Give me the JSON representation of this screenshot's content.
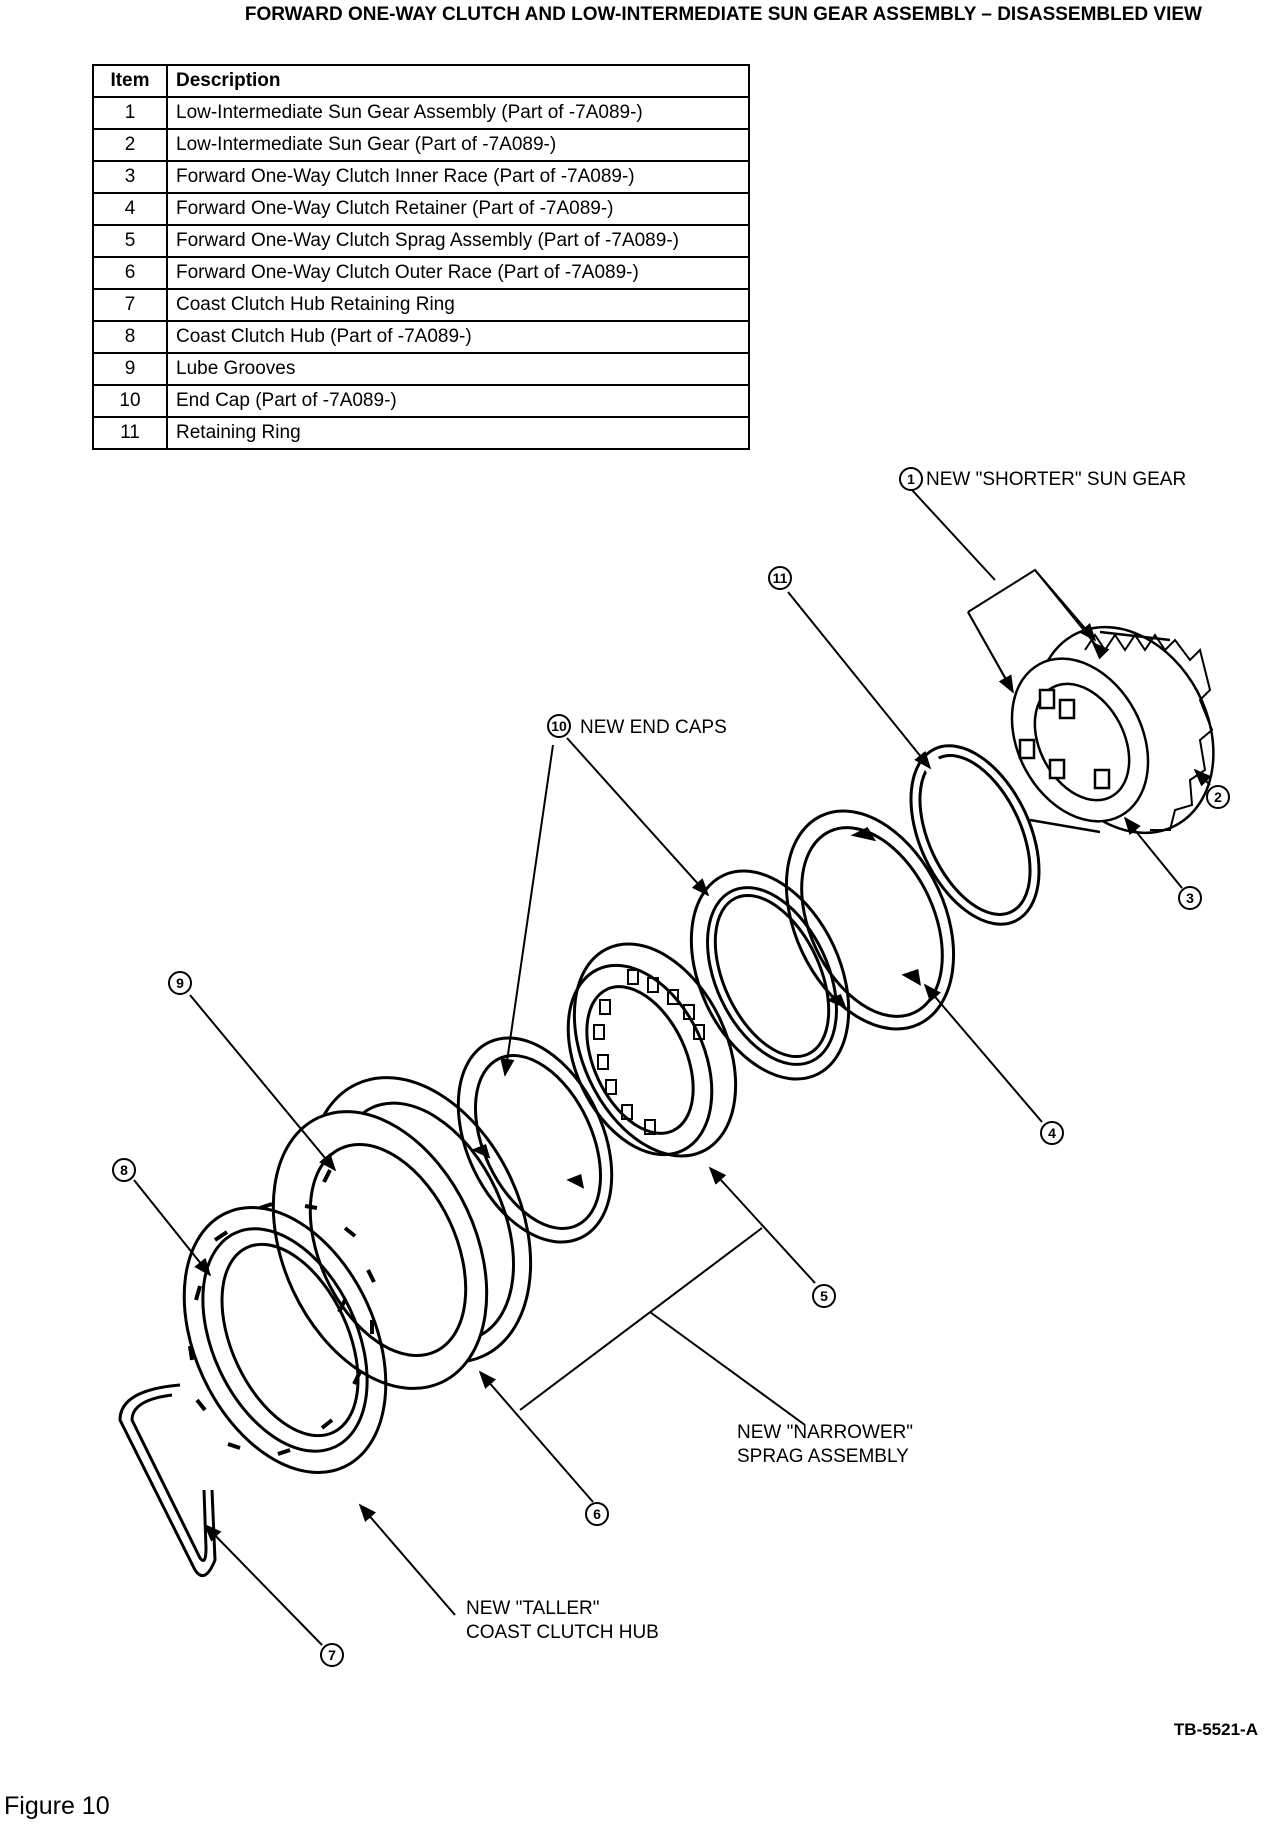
{
  "title": "FORWARD ONE-WAY CLUTCH AND LOW-INTERMEDIATE SUN GEAR ASSEMBLY – DISASSEMBLED VIEW",
  "table": {
    "headers": {
      "item": "Item",
      "description": "Description"
    },
    "rows": [
      {
        "item": "1",
        "description": "Low-Intermediate Sun Gear Assembly (Part of -7A089-)"
      },
      {
        "item": "2",
        "description": "Low-Intermediate Sun Gear (Part of -7A089-)"
      },
      {
        "item": "3",
        "description": "Forward One-Way Clutch Inner Race (Part of -7A089-)"
      },
      {
        "item": "4",
        "description": "Forward One-Way Clutch Retainer (Part of -7A089-)"
      },
      {
        "item": "5",
        "description": "Forward One-Way Clutch Sprag Assembly (Part of -7A089-)"
      },
      {
        "item": "6",
        "description": "Forward One-Way Clutch Outer Race (Part of -7A089-)"
      },
      {
        "item": "7",
        "description": "Coast Clutch Hub Retaining Ring"
      },
      {
        "item": "8",
        "description": "Coast Clutch Hub (Part of -7A089-)"
      },
      {
        "item": "9",
        "description": "Lube Grooves"
      },
      {
        "item": "10",
        "description": "End Cap (Part of -7A089-)"
      },
      {
        "item": "11",
        "description": "Retaining Ring"
      }
    ]
  },
  "callouts": {
    "shorter_sun_gear": "NEW \"SHORTER\" SUN GEAR",
    "end_caps": "NEW END CAPS",
    "narrower_line1": "NEW \"NARROWER\"",
    "narrower_line2": "SPRAG ASSEMBLY",
    "taller_line1": "NEW \"TALLER\"",
    "taller_line2": "COAST CLUTCH HUB"
  },
  "badges": [
    "1",
    "2",
    "3",
    "4",
    "5",
    "6",
    "7",
    "8",
    "9",
    "10",
    "11"
  ],
  "footer": {
    "reference": "TB-5521-A",
    "figure": "Figure 10"
  }
}
